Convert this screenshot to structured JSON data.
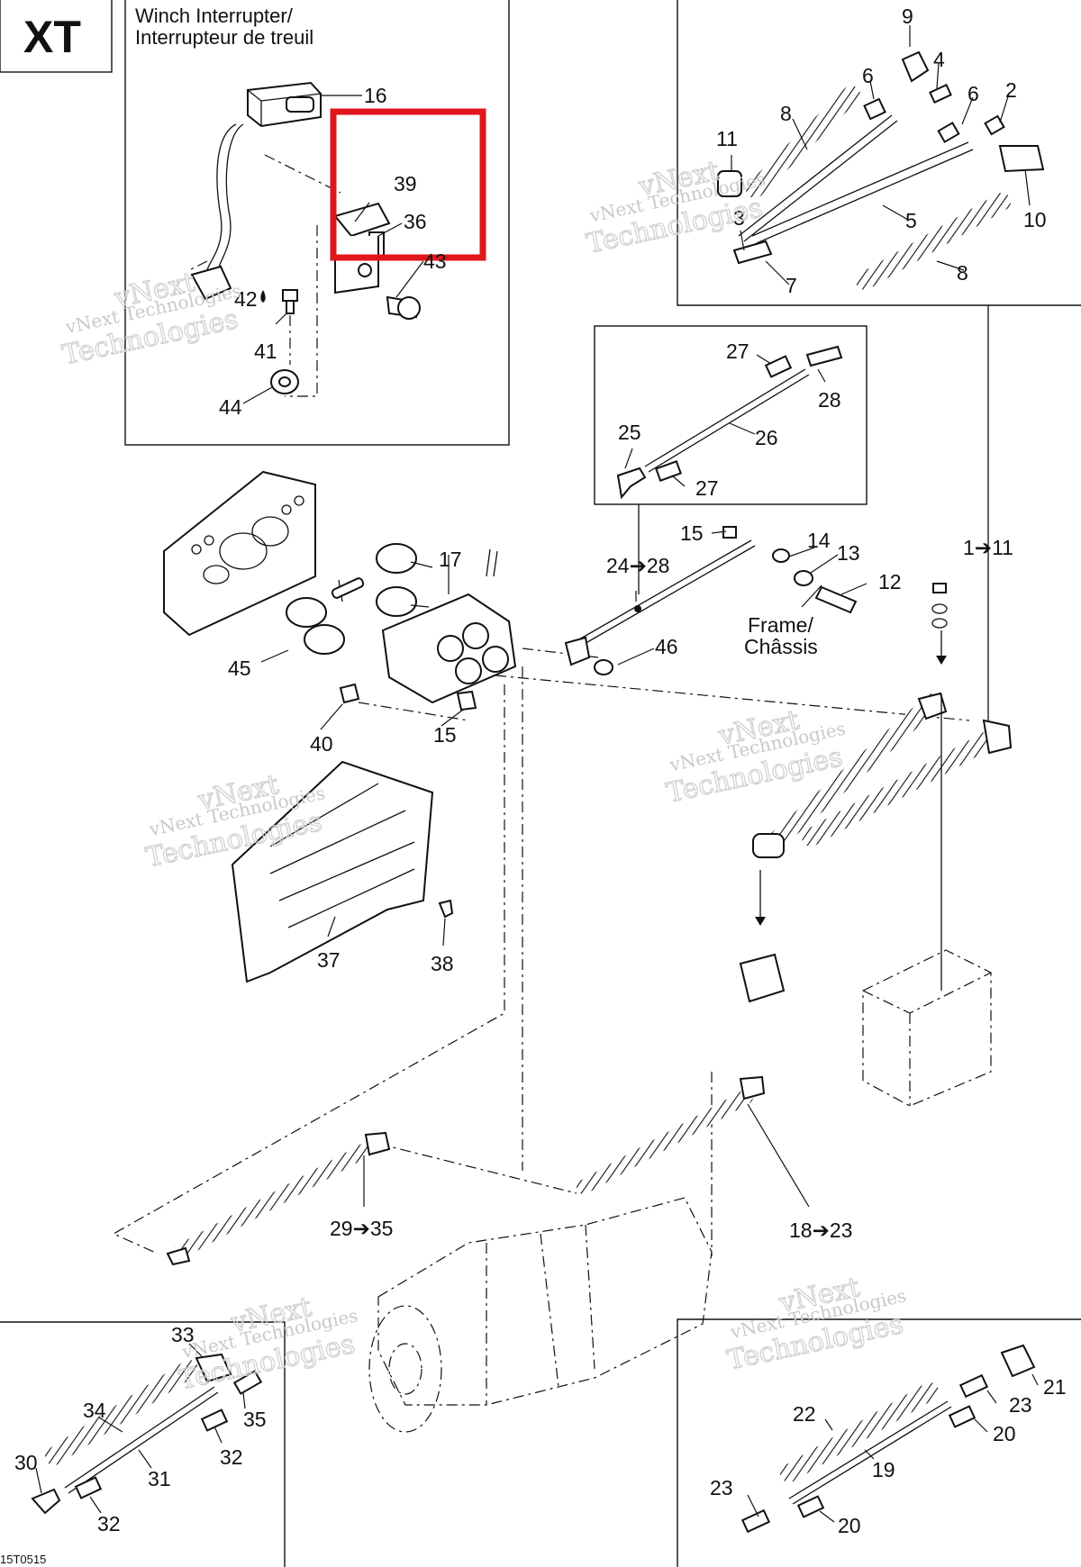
{
  "header": {
    "model_badge": "XT",
    "inset_title_line1": "Winch Interrupter/",
    "inset_title_line2": "Interrupteur de treuil"
  },
  "footer": {
    "diagram_code": "15T0515"
  },
  "frame_label": {
    "line1": "Frame/",
    "line2": "Châssis"
  },
  "watermark": {
    "line1": "vNext",
    "line2": "vNext Technologies",
    "line3": "Technologies"
  },
  "highlight": {
    "color": "#e0161c",
    "contains": [
      "39",
      "36"
    ]
  },
  "callouts": [
    {
      "id": "c16",
      "text": "16"
    },
    {
      "id": "c39",
      "text": "39"
    },
    {
      "id": "c36",
      "text": "36"
    },
    {
      "id": "c43",
      "text": "43"
    },
    {
      "id": "c42",
      "text": "42"
    },
    {
      "id": "c41",
      "text": "41"
    },
    {
      "id": "c44",
      "text": "44"
    },
    {
      "id": "c9",
      "text": "9"
    },
    {
      "id": "c6a",
      "text": "6"
    },
    {
      "id": "c4",
      "text": "4"
    },
    {
      "id": "c6b",
      "text": "6"
    },
    {
      "id": "c2",
      "text": "2"
    },
    {
      "id": "c8a",
      "text": "8"
    },
    {
      "id": "c11",
      "text": "11"
    },
    {
      "id": "c3",
      "text": "3"
    },
    {
      "id": "c5",
      "text": "5"
    },
    {
      "id": "c10",
      "text": "10"
    },
    {
      "id": "c7",
      "text": "7"
    },
    {
      "id": "c8b",
      "text": "8"
    },
    {
      "id": "c27a",
      "text": "27"
    },
    {
      "id": "c28",
      "text": "28"
    },
    {
      "id": "c26",
      "text": "26"
    },
    {
      "id": "c25",
      "text": "25"
    },
    {
      "id": "c27b",
      "text": "27"
    },
    {
      "id": "c15a",
      "text": "15"
    },
    {
      "id": "c14",
      "text": "14"
    },
    {
      "id": "c13",
      "text": "13"
    },
    {
      "id": "c12",
      "text": "12"
    },
    {
      "id": "c2428",
      "text": "24➔28"
    },
    {
      "id": "c111",
      "text": "1➔11"
    },
    {
      "id": "c17",
      "text": "17"
    },
    {
      "id": "c46",
      "text": "46"
    },
    {
      "id": "c45",
      "text": "45"
    },
    {
      "id": "c40",
      "text": "40"
    },
    {
      "id": "c15b",
      "text": "15"
    },
    {
      "id": "c37",
      "text": "37"
    },
    {
      "id": "c38",
      "text": "38"
    },
    {
      "id": "c2935",
      "text": "29➔35"
    },
    {
      "id": "c1823",
      "text": "18➔23"
    },
    {
      "id": "c33",
      "text": "33"
    },
    {
      "id": "c34",
      "text": "34"
    },
    {
      "id": "c35",
      "text": "35"
    },
    {
      "id": "c30",
      "text": "30"
    },
    {
      "id": "c31",
      "text": "31"
    },
    {
      "id": "c32a",
      "text": "32"
    },
    {
      "id": "c32b",
      "text": "32"
    },
    {
      "id": "c21",
      "text": "21"
    },
    {
      "id": "c22",
      "text": "22"
    },
    {
      "id": "c23a",
      "text": "23"
    },
    {
      "id": "c20a",
      "text": "20"
    },
    {
      "id": "c19",
      "text": "19"
    },
    {
      "id": "c23b",
      "text": "23"
    },
    {
      "id": "c20b",
      "text": "20"
    }
  ]
}
